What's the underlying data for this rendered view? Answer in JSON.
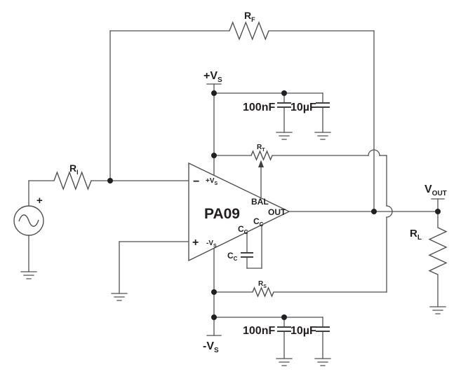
{
  "opamp": {
    "part": "PA09",
    "pin_inv": "−",
    "pin_noninv": "+",
    "pin_bal": "BAL",
    "pin_out": "OUT",
    "pin_pos": {
      "m": "+V",
      "s": "S"
    },
    "pin_neg": {
      "m": "-V",
      "s": "S"
    },
    "pin_cc_upper": {
      "m": "C",
      "s": "C"
    },
    "pin_cc_lower": {
      "m": "C",
      "s": "C"
    }
  },
  "resistors": {
    "rf": {
      "m": "R",
      "s": "F"
    },
    "ri": {
      "m": "R",
      "s": "I"
    },
    "rt": {
      "m": "R",
      "s": "T"
    },
    "rs": {
      "m": "R",
      "s": "S"
    },
    "rl": {
      "m": "R",
      "s": "L"
    }
  },
  "capacitors": {
    "top_100n": "100nF",
    "top_10u": "10µF",
    "bot_100n": "100nF",
    "bot_10u": "10µF",
    "cc_ext": {
      "m": "C",
      "s": "C"
    }
  },
  "supplies": {
    "pos": {
      "m": "+V",
      "s": "S"
    },
    "neg": {
      "m": "-V",
      "s": "S"
    }
  },
  "output": {
    "label": {
      "m": "V",
      "s": "OUT"
    }
  },
  "source": {
    "polarity": "+"
  },
  "colors": {
    "wire": "#505154",
    "text": "#231f20",
    "background": "#ffffff"
  }
}
